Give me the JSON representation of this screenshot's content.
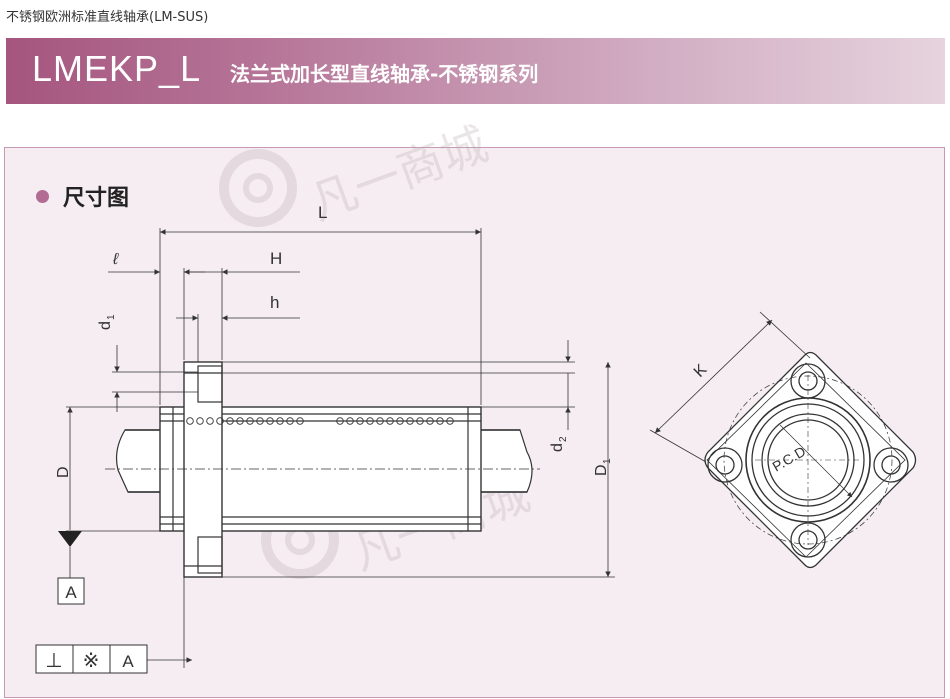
{
  "header": {
    "caption": "不锈钢欧洲标准直线轴承(LM-SUS)",
    "model": "LMEKP_L",
    "subtitle": "法兰式加长型直线轴承-不锈钢系列"
  },
  "section": {
    "title": "尺寸图"
  },
  "watermark": {
    "icon": "bearing-logo-icon",
    "text": "凡一商城"
  },
  "dimensions": {
    "L": "L",
    "l": "ℓ",
    "H": "H",
    "h": "h",
    "d1": "d",
    "d1_sub": "1",
    "d2": "d",
    "d2_sub": "2",
    "D": "D",
    "D1": "D",
    "D1_sub": "1",
    "K": "K",
    "pcd": "P.C.D"
  },
  "datum": {
    "label": "A"
  },
  "tolerance_frame": {
    "symbol1": "⊥",
    "symbol2": "※",
    "datum": "A"
  },
  "colors": {
    "accent": "#b26b93",
    "banner": "#a5557e",
    "line": "#333333"
  }
}
